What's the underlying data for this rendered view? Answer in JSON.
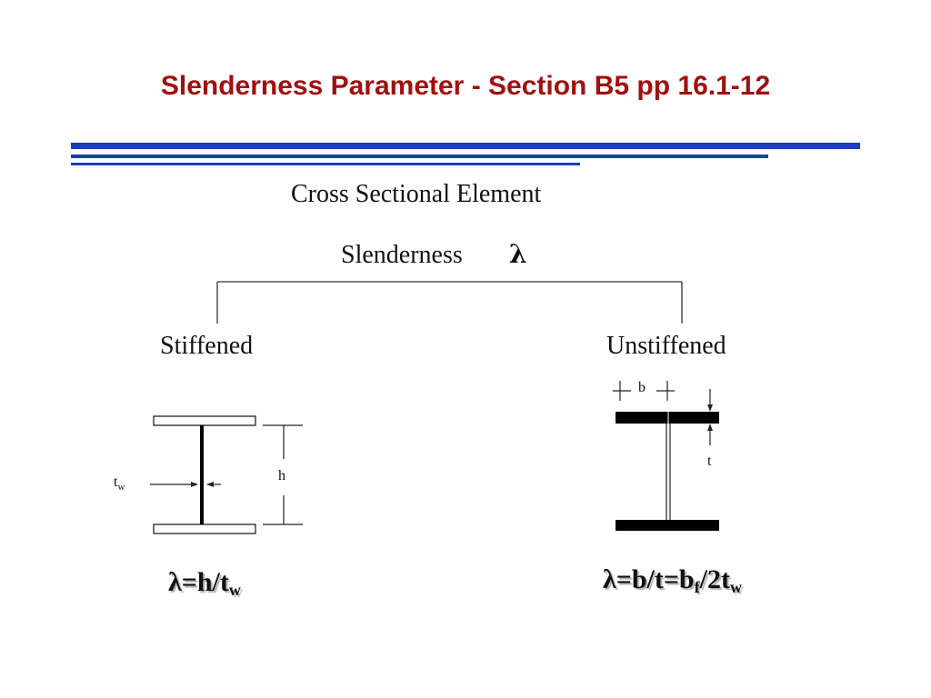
{
  "slide": {
    "title": "Slenderness Parameter - Section B5 pp 16.1-12",
    "colors": {
      "title": "#a01010",
      "rules": "#1a3fb4"
    }
  },
  "tree": {
    "root_line1": "Cross Sectional Element",
    "root_line2": "Slenderness",
    "root_symbol": "λ",
    "left_branch": "Stiffened",
    "right_branch": "Unstiffened"
  },
  "stiffened": {
    "tw_main": "t",
    "tw_sub": "w",
    "h_label": "h",
    "formula_main": "λ=h/t",
    "formula_sub": "w"
  },
  "unstiffened": {
    "b_label": "b",
    "t_label": "t",
    "formula_main": "λ=b/t=b",
    "formula_sub1": "f",
    "formula_mid": "/2t",
    "formula_sub2": "w"
  }
}
